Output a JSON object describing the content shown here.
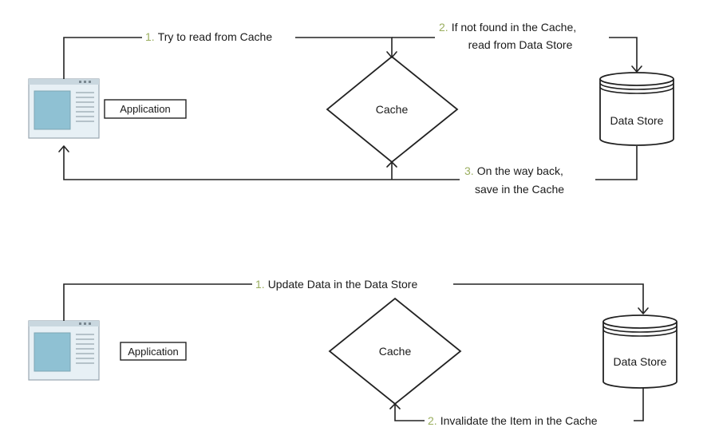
{
  "top": {
    "app_label": "Application",
    "cache_label": "Cache",
    "store_label": "Data Store",
    "step1": {
      "num": "1.",
      "text": "Try to read from Cache"
    },
    "step2": {
      "num": "2.",
      "text_line1": "If not found in the Cache,",
      "text_line2": "read from Data Store"
    },
    "step3": {
      "num": "3.",
      "text_line1": "On the way back,",
      "text_line2": "save in the Cache"
    }
  },
  "bottom": {
    "app_label": "Application",
    "cache_label": "Cache",
    "store_label": "Data Store",
    "step1": {
      "num": "1.",
      "text": "Update Data in the Data Store"
    },
    "step2": {
      "num": "2.",
      "text": "Invalidate the Item in the Cache"
    }
  },
  "colors": {
    "step_number": "#9aae5e",
    "app_window": "#c9dfe9",
    "app_screen": "#8fc1d3"
  }
}
